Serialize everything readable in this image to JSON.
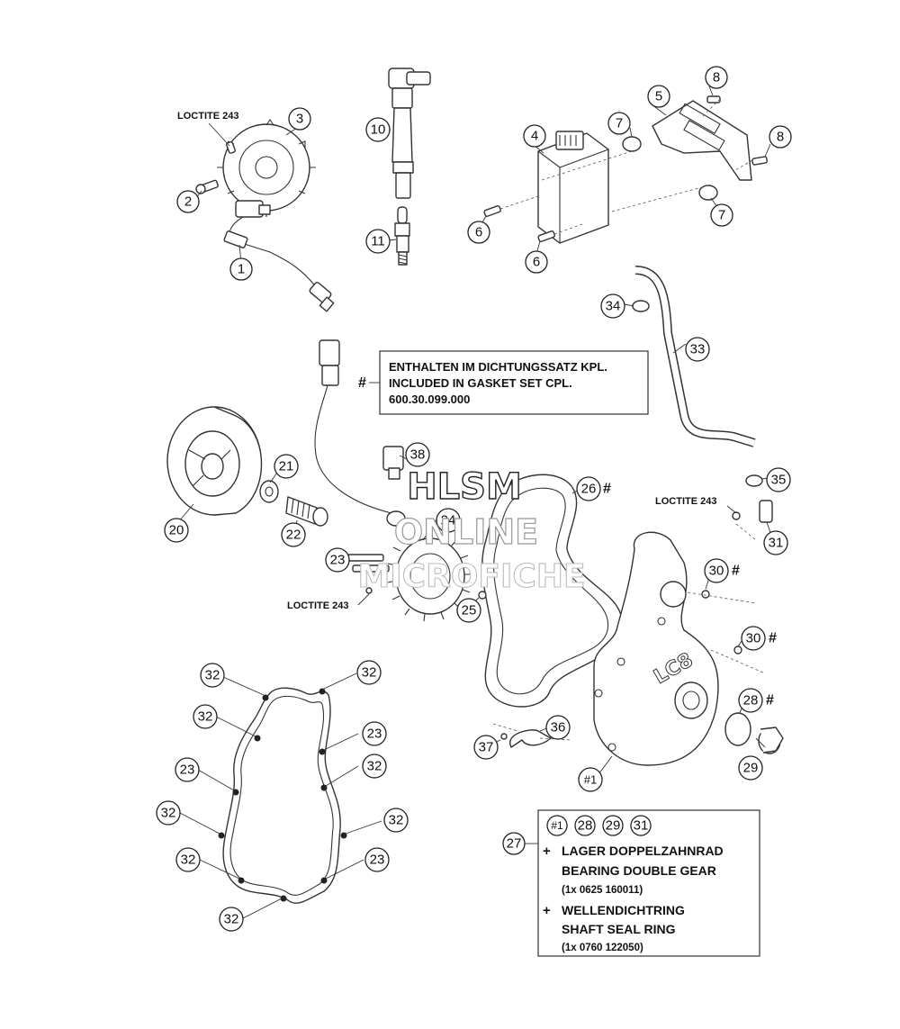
{
  "callouts": [
    {
      "id": "c-1",
      "label": "1"
    },
    {
      "id": "c-2",
      "label": "2"
    },
    {
      "id": "c-3",
      "label": "3"
    },
    {
      "id": "c-4",
      "label": "4"
    },
    {
      "id": "c-5",
      "label": "5"
    },
    {
      "id": "c-6a",
      "label": "6"
    },
    {
      "id": "c-6b",
      "label": "6"
    },
    {
      "id": "c-7a",
      "label": "7"
    },
    {
      "id": "c-7b",
      "label": "7"
    },
    {
      "id": "c-8a",
      "label": "8"
    },
    {
      "id": "c-8b",
      "label": "8"
    },
    {
      "id": "c-10",
      "label": "10"
    },
    {
      "id": "c-11",
      "label": "11"
    },
    {
      "id": "c-20",
      "label": "20"
    },
    {
      "id": "c-21",
      "label": "21"
    },
    {
      "id": "c-22",
      "label": "22"
    },
    {
      "id": "c-23a",
      "label": "23"
    },
    {
      "id": "c-24",
      "label": "24"
    },
    {
      "id": "c-25",
      "label": "25"
    },
    {
      "id": "c-26",
      "label": "26"
    },
    {
      "id": "c-28",
      "label": "28"
    },
    {
      "id": "c-29",
      "label": "29"
    },
    {
      "id": "c-30a",
      "label": "30"
    },
    {
      "id": "c-30b",
      "label": "30"
    },
    {
      "id": "c-31",
      "label": "31"
    },
    {
      "id": "c-33",
      "label": "33"
    },
    {
      "id": "c-34",
      "label": "34"
    },
    {
      "id": "c-35",
      "label": "35"
    },
    {
      "id": "c-36",
      "label": "36"
    },
    {
      "id": "c-37",
      "label": "37"
    },
    {
      "id": "c-38",
      "label": "38"
    },
    {
      "id": "c-h1",
      "label": "#1"
    },
    {
      "id": "g-32a",
      "label": "32"
    },
    {
      "id": "g-32b",
      "label": "32"
    },
    {
      "id": "g-32c",
      "label": "32"
    },
    {
      "id": "g-32d",
      "label": "32"
    },
    {
      "id": "g-32e",
      "label": "32"
    },
    {
      "id": "g-32f",
      "label": "32"
    },
    {
      "id": "g-32g",
      "label": "32"
    },
    {
      "id": "g-23b",
      "label": "23"
    },
    {
      "id": "g-23c",
      "label": "23"
    },
    {
      "id": "g-23d",
      "label": "23"
    },
    {
      "id": "k-27",
      "label": "27"
    },
    {
      "id": "k-h1",
      "label": "#1"
    },
    {
      "id": "k-28",
      "label": "28"
    },
    {
      "id": "k-29",
      "label": "29"
    },
    {
      "id": "k-31",
      "label": "31"
    }
  ],
  "hash_marks": {
    "mark": "#"
  },
  "loctite": {
    "top_left": "LOCTITE 243",
    "center": "LOCTITE 243",
    "right": "LOCTITE 243"
  },
  "gasket_note": {
    "marker": "#",
    "line1": "ENTHALTEN IM DICHTUNGSSATZ KPL.",
    "line2": "INCLUDED IN GASKET SET CPL.",
    "line3": "600.30.099.000"
  },
  "kit_box": {
    "plus": "+",
    "line1": "LAGER DOPPELZAHNRAD",
    "line2": "BEARING  DOUBLE GEAR",
    "line3": "(1x  0625 160011)",
    "line4": "WELLENDICHTRING",
    "line5": "SHAFT SEAL RING",
    "line6": "(1x  0760 122050)"
  },
  "cover_logo": "LC8",
  "watermark": {
    "line1": "HLSM",
    "line2": "ONLINE",
    "line3": "MICROFICHE"
  }
}
